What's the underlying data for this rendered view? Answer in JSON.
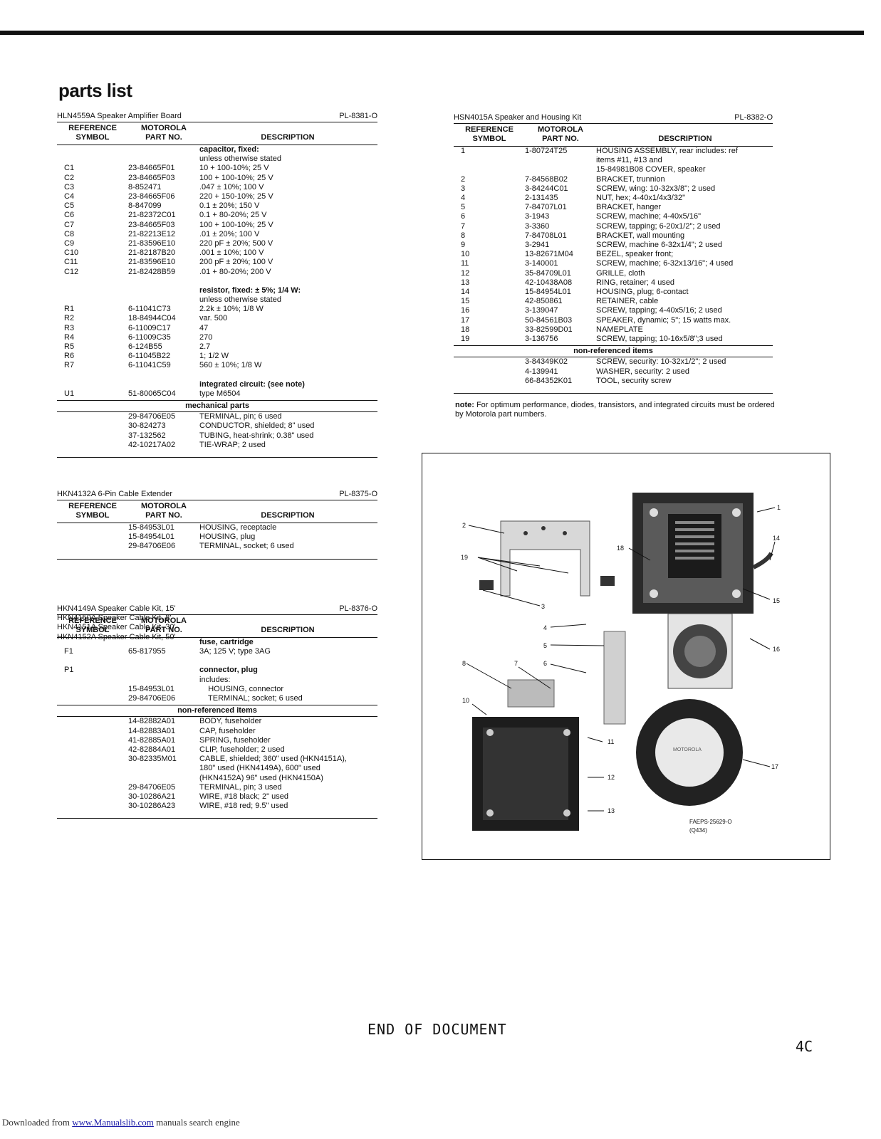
{
  "page_title": "parts list",
  "headers": {
    "ref": "REFERENCE\nSYMBOL",
    "part": "MOTOROLA\nPART NO.",
    "desc": "DESCRIPTION"
  },
  "sections": [
    {
      "id": "hln4559a",
      "title": "HLN4559A Speaker Amplifier Board",
      "pl": "PL-8381-O",
      "rows": [
        [
          "",
          "",
          "capacitor, fixed:",
          "b"
        ],
        [
          "",
          "",
          "unless otherwise stated"
        ],
        [
          "C1",
          "23-84665F01",
          "10 + 100-10%; 25 V"
        ],
        [
          "C2",
          "23-84665F03",
          "100 + 100-10%; 25 V"
        ],
        [
          "C3",
          "8-852471",
          ".047 ± 10%; 100 V"
        ],
        [
          "C4",
          "23-84665F06",
          "220 + 150-10%; 25 V"
        ],
        [
          "C5",
          "8-847099",
          "0.1 ± 20%; 150 V"
        ],
        [
          "C6",
          "21-82372C01",
          "0.1 + 80-20%; 25 V"
        ],
        [
          "C7",
          "23-84665F03",
          "100 + 100-10%; 25 V"
        ],
        [
          "C8",
          "21-82213E12",
          ".01 ± 20%; 100 V"
        ],
        [
          "C9",
          "21-83596E10",
          "220 pF ± 20%; 500 V"
        ],
        [
          "C10",
          "21-82187B20",
          ".001 ± 10%; 100 V"
        ],
        [
          "C11",
          "21-83596E10",
          "200 pF ± 20%; 100 V"
        ],
        [
          "C12",
          "21-82428B59",
          ".01 + 80-20%; 200 V"
        ],
        [
          "",
          "",
          ""
        ],
        [
          "",
          "",
          "resistor, fixed: ± 5%; 1/4 W:",
          "b"
        ],
        [
          "",
          "",
          "unless otherwise stated"
        ],
        [
          "R1",
          "6-11041C73",
          "2.2k ± 10%; 1/8 W"
        ],
        [
          "R2",
          "18-84944C04",
          "var. 500"
        ],
        [
          "R3",
          "6-11009C17",
          "47"
        ],
        [
          "R4",
          "6-11009C35",
          "270"
        ],
        [
          "R5",
          "6-124B55",
          "2.7"
        ],
        [
          "R6",
          "6-11045B22",
          "1; 1/2 W"
        ],
        [
          "R7",
          "6-11041C59",
          "560 ± 10%; 1/8 W"
        ],
        [
          "",
          "",
          ""
        ],
        [
          "",
          "",
          "integrated circuit: (see note)",
          "b"
        ],
        [
          "U1",
          "51-80065C04",
          "type M6504"
        ]
      ],
      "sub_title": "mechanical parts",
      "sub_rows": [
        [
          "",
          "29-84706E05",
          "TERMINAL, pin; 6 used"
        ],
        [
          "",
          "30-824273",
          "CONDUCTOR, shielded; 8\" used"
        ],
        [
          "",
          "37-132562",
          "TUBING, heat-shrink; 0.38\" used"
        ],
        [
          "",
          "42-10217A02",
          "TIE-WRAP; 2 used"
        ]
      ]
    },
    {
      "id": "hkn4132a",
      "title": "HKN4132A 6-Pin Cable Extender",
      "pl": "PL-8375-O",
      "rows": [
        [
          "",
          "15-84953L01",
          "HOUSING, receptacle"
        ],
        [
          "",
          "15-84954L01",
          "HOUSING, plug"
        ],
        [
          "",
          "29-84706E06",
          "TERMINAL, socket; 6 used"
        ]
      ]
    },
    {
      "id": "hkn4149a",
      "title": "HKN4149A Speaker Cable Kit, 15'\nHKN4150A Speaker Cable Kit, 8'\nHKN4151A Speaker Cable Kit, 30'\nHKN4152A Speaker Cable Kit, 50'",
      "pl": "PL-8376-O",
      "rows": [
        [
          "",
          "",
          "fuse, cartridge",
          "b"
        ],
        [
          "F1",
          "65-817955",
          "3A; 125 V; type 3AG"
        ],
        [
          "",
          "",
          ""
        ],
        [
          "P1",
          "",
          "connector, plug",
          "b"
        ],
        [
          "",
          "",
          "includes:"
        ],
        [
          "",
          "15-84953L01",
          "    HOUSING, connector"
        ],
        [
          "",
          "29-84706E06",
          "    TERMINAL; socket; 6 used"
        ]
      ],
      "sub_title": "non-referenced items",
      "sub_rows": [
        [
          "",
          "14-82882A01",
          "BODY, fuseholder"
        ],
        [
          "",
          "14-82883A01",
          "CAP, fuseholder"
        ],
        [
          "",
          "41-82885A01",
          "SPRING, fuseholder"
        ],
        [
          "",
          "42-82884A01",
          "CLIP, fuseholder; 2 used"
        ],
        [
          "",
          "30-82335M01",
          "CABLE, shielded; 360\" used (HKN4151A),"
        ],
        [
          "",
          "",
          "180\" used (HKN4149A), 600\" used"
        ],
        [
          "",
          "",
          "(HKN4152A) 96\" used (HKN4150A)"
        ],
        [
          "",
          "29-84706E05",
          "TERMINAL, pin; 3 used"
        ],
        [
          "",
          "30-10286A21",
          "WIRE, #18 black; 2\" used"
        ],
        [
          "",
          "30-10286A23",
          "WIRE, #18 red; 9.5\" used"
        ]
      ]
    },
    {
      "id": "hsn4015a",
      "title": "HSN4015A Speaker and Housing Kit",
      "pl": "PL-8382-O",
      "rows": [
        [
          "1",
          "1-80724T25",
          "HOUSING ASSEMBLY, rear includes: ref"
        ],
        [
          "",
          "",
          "items #11, #13 and"
        ],
        [
          "",
          "",
          "15-84981B08 COVER, speaker"
        ],
        [
          "2",
          "7-84568B02",
          "BRACKET, trunnion"
        ],
        [
          "3",
          "3-84244C01",
          "SCREW, wing: 10-32x3/8\"; 2 used"
        ],
        [
          "4",
          "2-131435",
          "NUT, hex; 4-40x1/4x3/32\""
        ],
        [
          "5",
          "7-84707L01",
          "BRACKET, hanger"
        ],
        [
          "6",
          "3-1943",
          "SCREW, machine; 4-40x5/16\""
        ],
        [
          "7",
          "3-3360",
          "SCREW, tapping; 6-20x1/2\"; 2 used"
        ],
        [
          "8",
          "7-84708L01",
          "BRACKET, wall mounting"
        ],
        [
          "9",
          "3-2941",
          "SCREW, machine 6-32x1/4\"; 2 used"
        ],
        [
          "10",
          "13-82671M04",
          "BEZEL, speaker front;"
        ],
        [
          "11",
          "3-140001",
          "SCREW, machine; 6-32x13/16\"; 4 used"
        ],
        [
          "12",
          "35-84709L01",
          "GRILLE, cloth"
        ],
        [
          "13",
          "42-10438A08",
          "RING, retainer; 4 used"
        ],
        [
          "14",
          "15-84954L01",
          "HOUSING, plug; 6-contact"
        ],
        [
          "15",
          "42-850861",
          "RETAINER, cable"
        ],
        [
          "16",
          "3-139047",
          "SCREW, tapping; 4-40x5/16; 2 used"
        ],
        [
          "17",
          "50-84561B03",
          "SPEAKER, dynamic; 5\"; 15 watts max."
        ],
        [
          "18",
          "33-82599D01",
          "NAMEPLATE"
        ],
        [
          "19",
          "3-136756",
          "SCREW, tapping; 10-16x5/8\";3 used"
        ]
      ],
      "sub_title": "non-referenced items",
      "sub_rows": [
        [
          "",
          "3-84349K02",
          "SCREW, security: 10-32x1/2\"; 2 used"
        ],
        [
          "",
          "4-139941",
          "WASHER, security: 2 used"
        ],
        [
          "",
          "66-84352K01",
          "TOOL, security screw"
        ]
      ]
    }
  ],
  "note": {
    "label": "note:",
    "text": " For optimum performance, diodes, transistors, and integrated circuits must be ordered by Motorola part numbers."
  },
  "figure": {
    "callouts": [
      "1",
      "2",
      "3",
      "4",
      "5",
      "6",
      "7",
      "8",
      "10",
      "11",
      "12",
      "13",
      "14",
      "15",
      "16",
      "17",
      "18",
      "19"
    ],
    "nameplate_text": "MOTOROLA",
    "caption_1": "FAEPS-25629-O",
    "caption_2": "(Q434)"
  },
  "end_text": "END OF DOCUMENT",
  "page_number": "4C",
  "footer": {
    "prefix": "Downloaded from ",
    "link": "www.Manualslib.com",
    "suffix": " manuals search engine"
  }
}
